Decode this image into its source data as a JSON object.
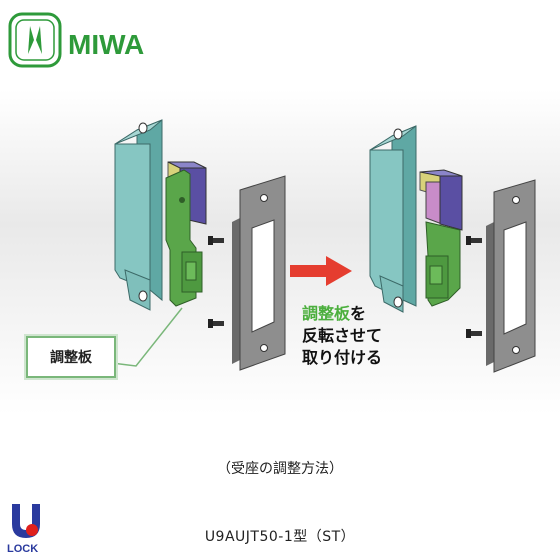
{
  "brand": {
    "logo_text": "MIWA"
  },
  "callout": {
    "label": "調整板"
  },
  "instruction": {
    "highlight": "調整板",
    "line1_rest": "を",
    "line2": "反転させて",
    "line3": "取り付ける"
  },
  "caption": "（受座の調整方法）",
  "model": "U9AUJT50-1型（ST）",
  "corner_logo": {
    "text": "LOCK"
  },
  "colors": {
    "brand_green": "#2e9a3a",
    "plate_green": "#5aa64a",
    "box_teal": "#86c6c2",
    "arrow_red": "#e53d2f",
    "callout_border": "#7ab77a",
    "strike_plate": "#8e8e8e",
    "block_purple": "#5a4fa3",
    "block_yellow": "#d8d27a",
    "block_pink": "#c88cc9"
  },
  "icons": [
    "miwa-logo-icon",
    "arrow-right-icon",
    "screw-icon",
    "lock-logo-icon"
  ]
}
